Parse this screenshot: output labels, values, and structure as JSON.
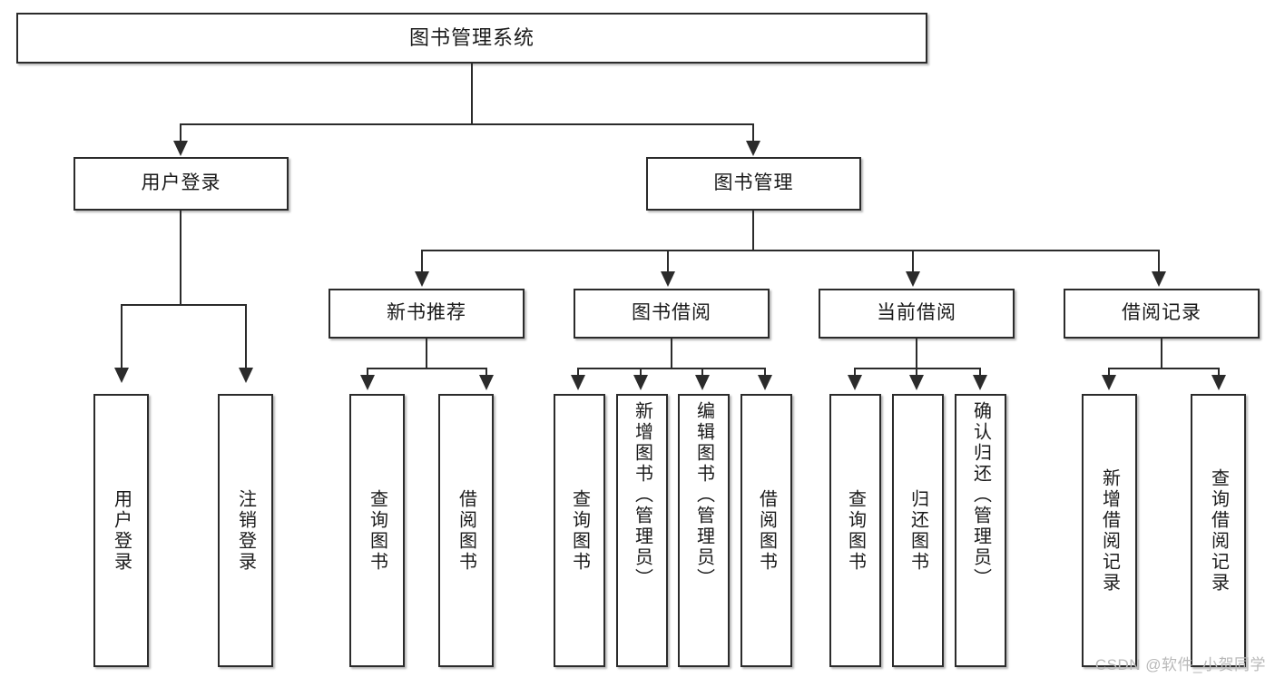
{
  "diagram": {
    "title": "图书管理系统",
    "type": "tree-hierarchy",
    "root": {
      "id": "root",
      "label": "图书管理系统"
    },
    "level2": [
      {
        "id": "user-login",
        "label": "用户登录"
      },
      {
        "id": "book-manage",
        "label": "图书管理"
      }
    ],
    "level3": [
      {
        "id": "new-book-recommend",
        "label": "新书推荐",
        "parent": "book-manage"
      },
      {
        "id": "book-borrow",
        "label": "图书借阅",
        "parent": "book-manage"
      },
      {
        "id": "current-borrow",
        "label": "当前借阅",
        "parent": "book-manage"
      },
      {
        "id": "borrow-record",
        "label": "借阅记录",
        "parent": "book-manage"
      }
    ],
    "leaves": [
      {
        "id": "leaf-user-login",
        "label": "用户登录",
        "parent": "user-login"
      },
      {
        "id": "leaf-user-logout",
        "label": "注销登录",
        "parent": "user-login"
      },
      {
        "id": "leaf-query-book-1",
        "label": "查询图书",
        "parent": "new-book-recommend"
      },
      {
        "id": "leaf-borrow-book-1",
        "label": "借阅图书",
        "parent": "new-book-recommend"
      },
      {
        "id": "leaf-query-book-2",
        "label": "查询图书",
        "parent": "book-borrow"
      },
      {
        "id": "leaf-add-book",
        "label": "新增图书（管理员）",
        "parent": "book-borrow"
      },
      {
        "id": "leaf-edit-book",
        "label": "编辑图书（管理员）",
        "parent": "book-borrow"
      },
      {
        "id": "leaf-borrow-book-2",
        "label": "借阅图书",
        "parent": "book-borrow"
      },
      {
        "id": "leaf-query-book-3",
        "label": "查询图书",
        "parent": "current-borrow"
      },
      {
        "id": "leaf-return-book",
        "label": "归还图书",
        "parent": "current-borrow"
      },
      {
        "id": "leaf-confirm-return",
        "label": "确认归还（管理员）",
        "parent": "current-borrow"
      },
      {
        "id": "leaf-add-record",
        "label": "新增借阅记录",
        "parent": "borrow-record"
      },
      {
        "id": "leaf-query-record",
        "label": "查询借阅记录",
        "parent": "borrow-record"
      }
    ]
  },
  "watermark": "CSDN @软件_小贺同学",
  "colors": {
    "box_border": "#2b2b2b",
    "box_fill": "#ffffff",
    "connector": "#2b2b2b",
    "text": "#1a1a1a",
    "watermark": "#b9b9b9"
  }
}
